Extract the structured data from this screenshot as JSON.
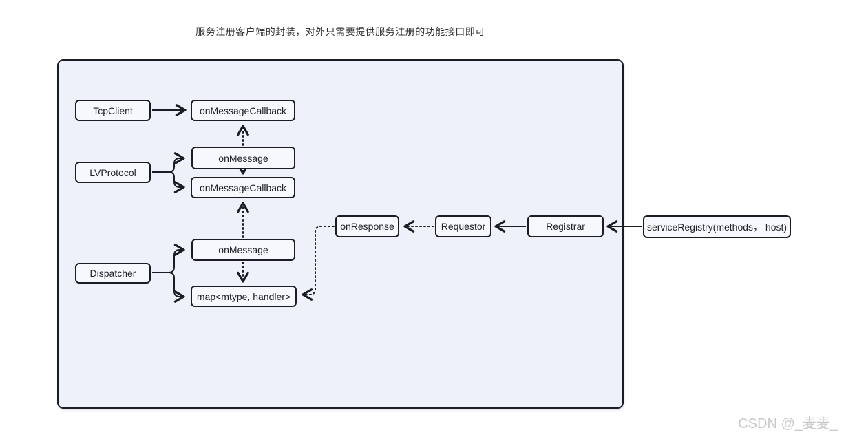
{
  "title": "服务注册客户端的封装，对外只需要提供服务注册的功能接口即可",
  "watermark": "CSDN @_麦麦_",
  "colors": {
    "container_fill": "#eef1fa",
    "node_fill": "#f6f8fd",
    "stroke": "#1a1d23",
    "title_text": "#333333",
    "watermark_text": "#c8c8c8",
    "page_background": "#ffffff"
  },
  "nodes": {
    "tcpclient": {
      "label": "TcpClient"
    },
    "cb_top": {
      "label": "onMessageCallback"
    },
    "lvprotocol": {
      "label": "LVProtocol"
    },
    "onmsg_lv": {
      "label": "onMessage"
    },
    "cb_lv": {
      "label": "onMessageCallback"
    },
    "dispatcher": {
      "label": "Dispatcher"
    },
    "onmsg_disp": {
      "label": "onMessage"
    },
    "map": {
      "label": "map<mtype, handler>"
    },
    "onresponse": {
      "label": "onResponse"
    },
    "requestor": {
      "label": "Requestor"
    },
    "registrar": {
      "label": "Registrar"
    },
    "serviceregistry": {
      "label": "serviceRegistry(methods， host)"
    }
  }
}
